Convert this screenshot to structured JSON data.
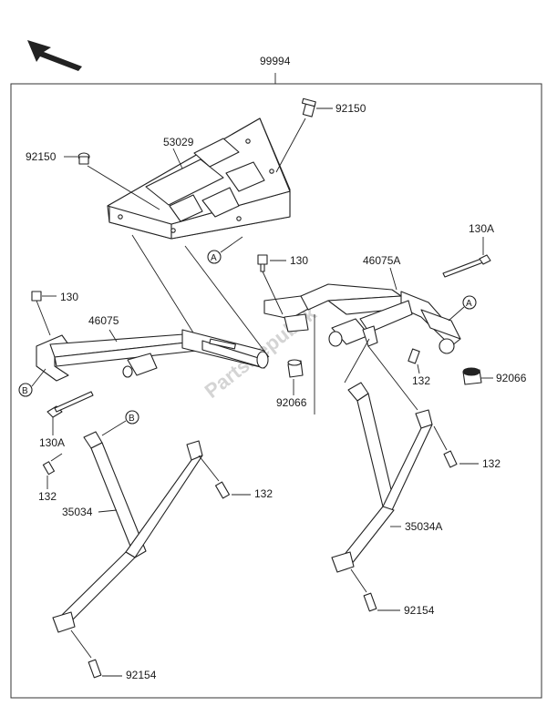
{
  "watermark": "PartsRepublik",
  "labels": {
    "assembly": "99994",
    "rack_plate": "53029",
    "bolt_top_right": "92150",
    "bolt_top_left": "92150",
    "bracket_left": "46075",
    "bracket_right": "46075A",
    "screw_130_left": "130",
    "screw_130_right": "130",
    "bolt_130A_left": "130A",
    "bolt_130A_right": "130A",
    "grommet_center": "92066",
    "grommet_right": "92066",
    "bolt_132_center": "132",
    "bolt_132_right": "132",
    "bolt_132_left": "132",
    "bolt_132_left_stay": "132",
    "stay_left": "35034",
    "stay_right": "35034A",
    "bolt_92154_right": "92154",
    "bolt_92154_left": "92154"
  },
  "callouts": {
    "a_top": "A",
    "a_right": "A",
    "b_left": "B",
    "b_stay": "B"
  }
}
